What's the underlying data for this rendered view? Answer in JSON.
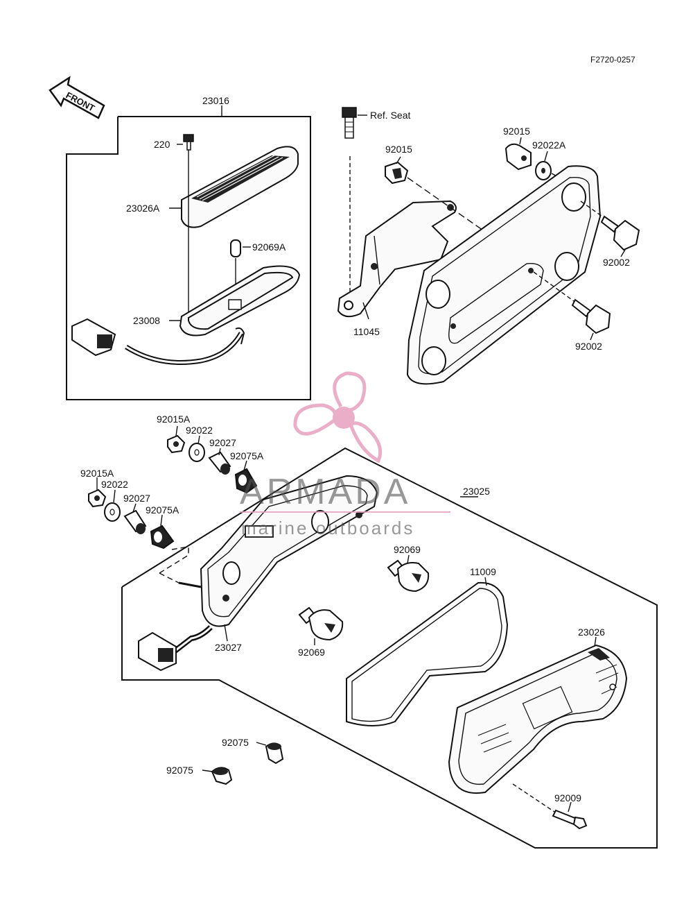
{
  "diagram_code": "F2720-0257",
  "front_label": "FRONT",
  "ref_seat_label": "Ref. Seat",
  "watermark": {
    "brand": "ARMADA",
    "sub": "marine outboards",
    "color": "#e7a1c0"
  },
  "part_labels": {
    "p23016": "23016",
    "p220": "220",
    "p23026A": "23026A",
    "p92069A": "92069A",
    "p23008": "23008",
    "p92015_top": "92015",
    "p92015_top2": "92015",
    "p92022A": "92022A",
    "p92002_a": "92002",
    "p92002_b": "92002",
    "p11045": "11045",
    "p92015A_a": "92015A",
    "p92022_a": "92022",
    "p92027_a": "92027",
    "p92075A_a": "92075A",
    "p92015A_b": "92015A",
    "p92022_b": "92022",
    "p92027_b": "92027",
    "p92075A_b": "92075A",
    "p23025": "23025",
    "p92069_a": "92069",
    "p11009": "11009",
    "p23027": "23027",
    "p92069_b": "92069",
    "p23026": "23026",
    "p92075_a": "92075",
    "p92075_b": "92075",
    "p92009": "92009"
  }
}
